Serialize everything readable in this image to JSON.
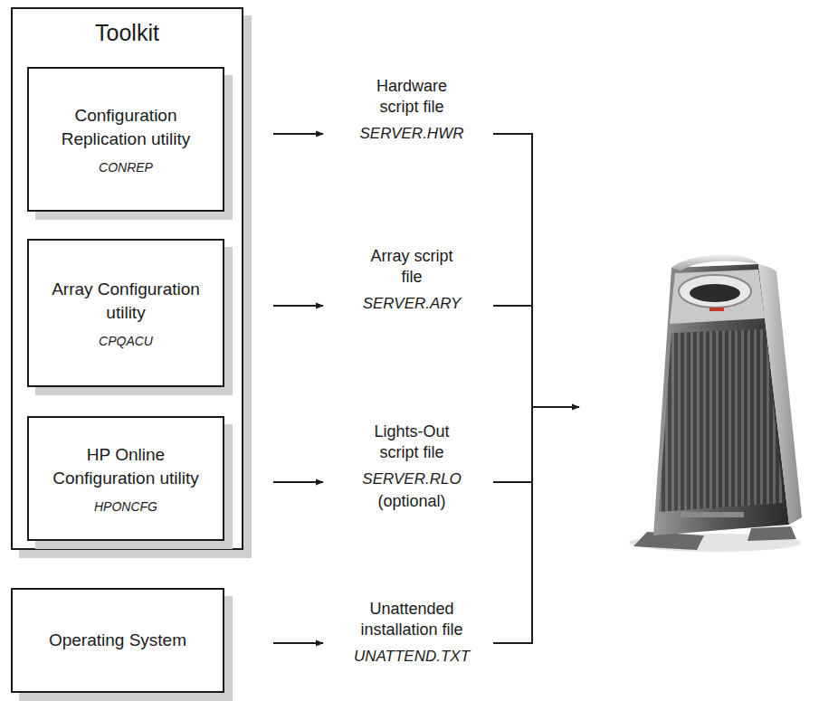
{
  "diagram": {
    "nodes": [
      {
        "text": [
          "Toolkit"
        ]
      },
      {
        "text": [
          "Configuration Replication utility",
          "CONREP"
        ],
        "in": 0
      },
      {
        "text": [
          "Array Configuration utility",
          "CPQACU"
        ],
        "in": 0
      },
      {
        "text": [
          "HP Online Configuration utility",
          "HPONCFG"
        ],
        "in": 0
      },
      {
        "text": [
          "Operating System"
        ]
      }
    ],
    "labels": [
      "Hardware script file",
      "SERVER.HWR",
      "Array script file",
      "SERVER.ARY",
      "Lights-Out script file",
      "SERVER.RLO",
      "(optional)",
      "Unattended installation file",
      "UNATTEND.TXT"
    ]
  }
}
